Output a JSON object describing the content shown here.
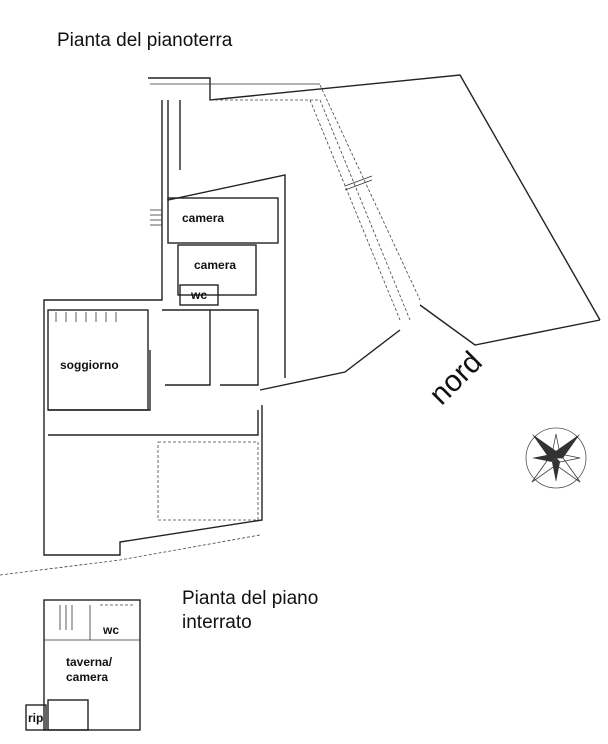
{
  "titles": {
    "ground_floor": "Pianta del pianoterra",
    "basement_line1": "Pianta del piano",
    "basement_line2": "interrato"
  },
  "rooms": {
    "camera_1": "camera",
    "camera_2": "camera",
    "wc_ground": "wc",
    "soggiorno": "soggiorno",
    "wc_basement": "wc",
    "taverna_line1": "taverna/",
    "taverna_line2": "camera",
    "rip": "rip"
  },
  "compass": {
    "label": "nord",
    "icon": "compass-rose-icon"
  }
}
